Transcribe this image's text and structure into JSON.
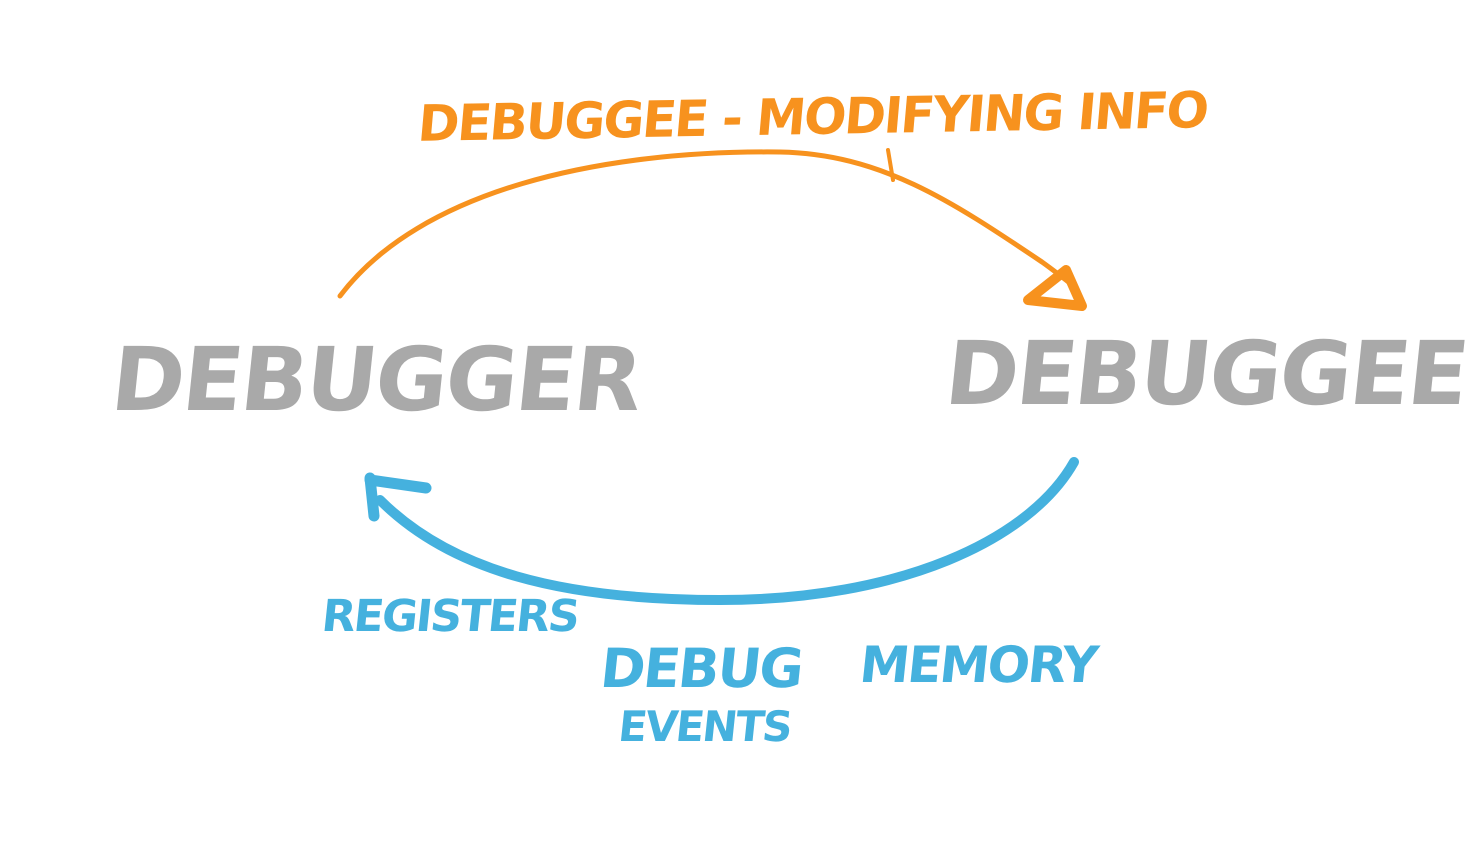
{
  "diagram": {
    "nodes": {
      "debugger": "Debugger",
      "debuggee": "Debuggee"
    },
    "edges": {
      "top_label": "Debuggee - Modifying Info",
      "bottom_labels": {
        "registers": "Registers",
        "debug": "Debug",
        "events": "Events",
        "memory": "Memory"
      }
    }
  },
  "colors": {
    "node_text": "#a9a9a9",
    "top_arrow": "#f7921e",
    "bottom_arrow": "#45b1de",
    "background": "#ffffff"
  }
}
